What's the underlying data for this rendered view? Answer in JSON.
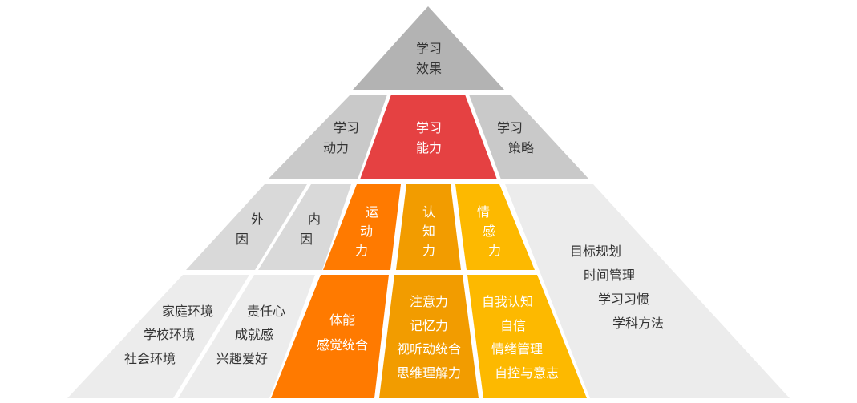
{
  "colors": {
    "top": "#b3b3b3",
    "tier2_gray": "#c9c9c9",
    "ability_red": "#e54142",
    "tier3_gray": "#d9d9d9",
    "motor_orange": "#ff7a00",
    "cognitive_orange": "#f29c00",
    "emotion_yellow": "#fdb900",
    "tier4_gray": "#ececec"
  },
  "top": {
    "line1": "学习",
    "line2": "效果"
  },
  "tier2": {
    "motivation": {
      "line1": "学习",
      "line2": "动力"
    },
    "ability": {
      "line1": "学习",
      "line2": "能力"
    },
    "strategy": {
      "line1": "学习",
      "line2": "策略"
    }
  },
  "tier3": {
    "external": [
      "外",
      "因"
    ],
    "internal": [
      "内",
      "因"
    ],
    "motor": [
      "运",
      "动",
      "力"
    ],
    "cognitive": [
      "认",
      "知",
      "力"
    ],
    "emotion": [
      "情",
      "感",
      "力"
    ]
  },
  "tier4": {
    "external_items": [
      "家庭环境",
      "学校环境",
      "社会环境"
    ],
    "internal_items": [
      "责任心",
      "成就感",
      "兴趣爱好"
    ],
    "motor_items": [
      "体能",
      "感觉统合"
    ],
    "cognitive_items": [
      "注意力",
      "记忆力",
      "视听动统合",
      "思维理解力"
    ],
    "emotion_items": [
      "自我认知",
      "自信",
      "情绪管理",
      "自控与意志"
    ],
    "strategy_items": [
      "目标规划",
      "时间管理",
      "学习习惯",
      "学科方法"
    ]
  }
}
